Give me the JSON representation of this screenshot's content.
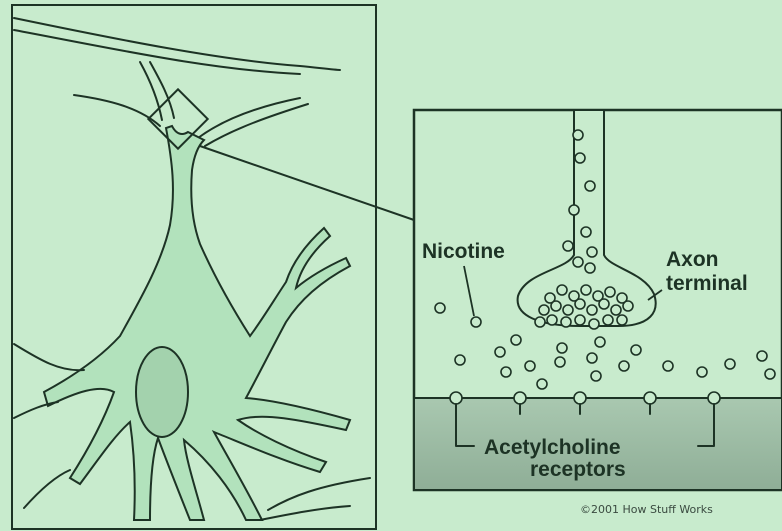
{
  "labels": {
    "nicotine": "Nicotine",
    "axon_line1": "Axon",
    "axon_line2": "terminal",
    "receptors_line1": "Acetylcholine",
    "receptors_line2": "receptors",
    "copyright": "©2001 How Stuff Works"
  },
  "colors": {
    "background": "#c8ebcd",
    "cell_fill": "#b2e2bc",
    "ink": "#1d3325",
    "receptor_tissue": "#9fbfa6"
  }
}
